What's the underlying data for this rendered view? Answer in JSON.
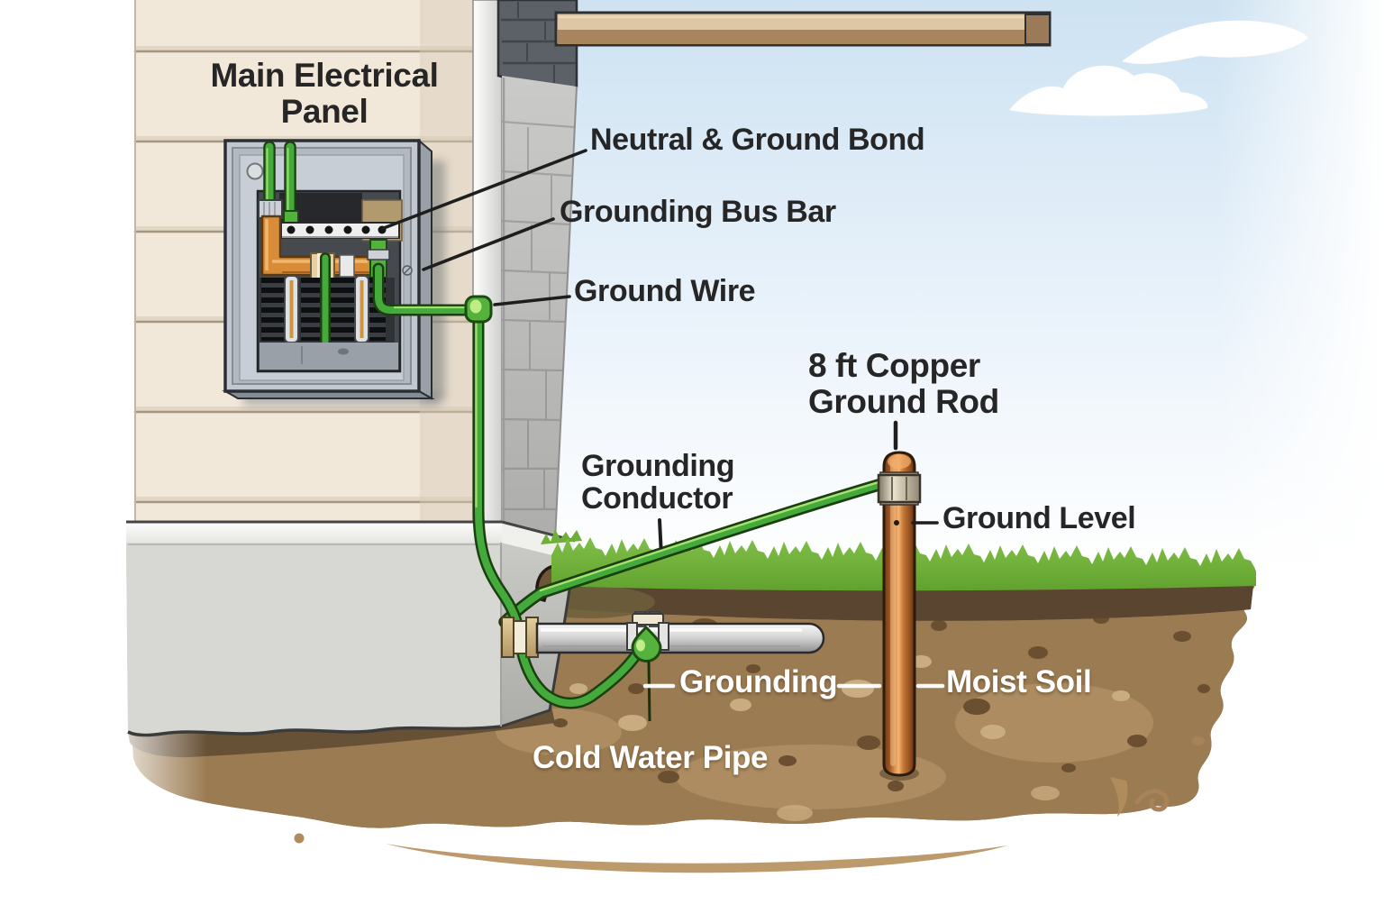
{
  "title": "Residential electrical grounding system diagram",
  "labels": {
    "main_panel": "Main Electrical\nPanel",
    "neutral_ground_bond": "Neutral & Ground Bond",
    "grounding_bus_bar": "Grounding Bus Bar",
    "ground_wire": "Ground Wire",
    "ground_rod": "8 ft Copper\nGround Rod",
    "grounding_conductor": "Grounding\nConductor",
    "ground_level": "Ground Level",
    "grounding": "Grounding",
    "moist_soil": "Moist Soil",
    "cold_water_pipe": "Cold Water Pipe"
  },
  "colors": {
    "wire_green": "#44aa3b",
    "wire_green_dark": "#1c3f12",
    "copper": "#c87a38",
    "grass": "#72b23c",
    "soil": "#9b7b52",
    "topsoil": "#5a4530",
    "concrete": "#d7d8d4",
    "siding": "#f2e8da",
    "sky": "#cde2f2",
    "label_dark": "#262626",
    "label_light": "#ffffff"
  }
}
